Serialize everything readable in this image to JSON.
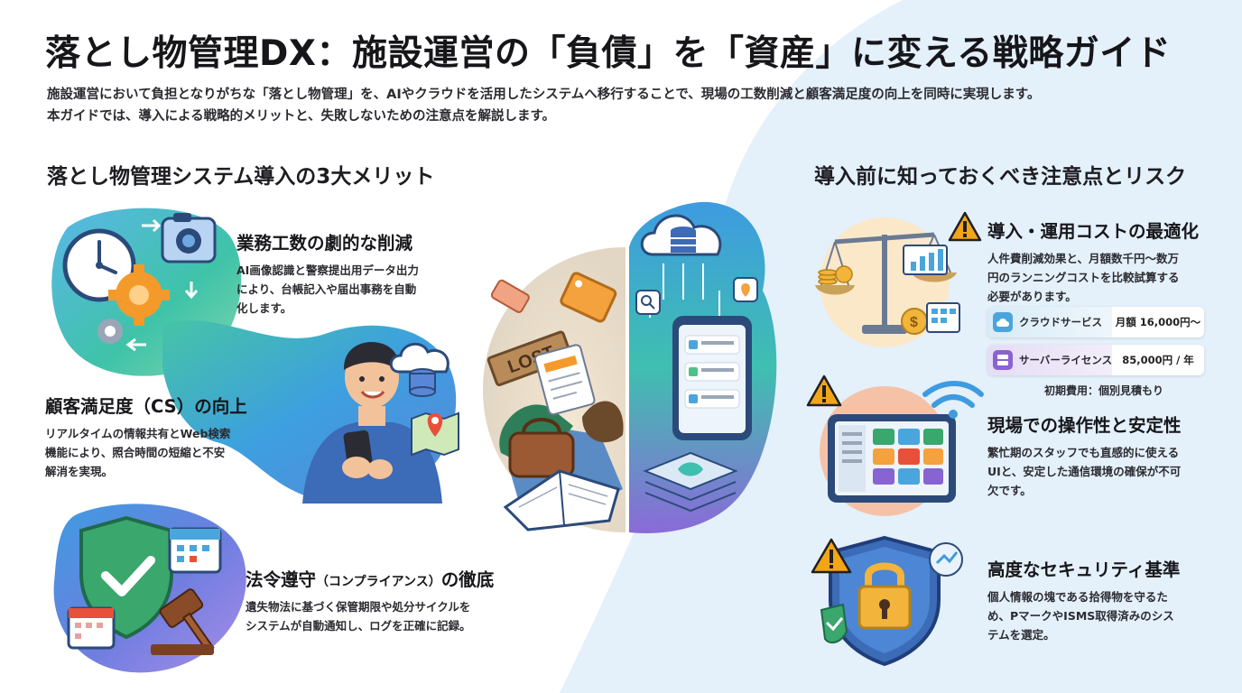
{
  "header": {
    "title": "落とし物管理DX：施設運営の「負債」を「資産」に変える戦略ガイド",
    "intro_line1": "施設運営において負担となりがちな「落とし物管理」を、AIやクラウドを活用したシステムへ移行することで、現場の工数削減と顧客満足度の向上を同時に実現します。",
    "intro_line2": "本ガイドでは、導入による戦略的メリットと、失敗しないための注意点を解説します。"
  },
  "benefits": {
    "section_title": "落とし物管理システム導入の3大メリット",
    "items": [
      {
        "title": "業務工数の劇的な削減",
        "body": [
          "AI画像認識と警察提出用データ出力",
          "により、台帳記入や届出事務を自動",
          "化します。"
        ]
      },
      {
        "title": "顧客満足度（CS）の向上",
        "body": [
          "リアルタイムの情報共有とWeb検索",
          "機能により、照合時間の短縮と不安",
          "解消を実現。"
        ]
      },
      {
        "title_main": "法令遵守",
        "title_paren": "（コンプライアンス）",
        "title_tail": "の徹底",
        "body": [
          "遺失物法に基づく保管期限や処分サイクルを",
          "システムが自動通知し、ログを正確に記録。"
        ]
      }
    ]
  },
  "risks": {
    "section_title": "導入前に知っておくべき注意点とリスク",
    "items": [
      {
        "title": "導入・運用コストの最適化",
        "body": [
          "人件費削減効果と、月額数千円〜数万",
          "円のランニングコストを比較試算する",
          "必要があります。"
        ]
      },
      {
        "title": "現場での操作性と安定性",
        "body": [
          "繁忙期のスタッフでも直感的に使える",
          "UIと、安定した通信環境の確保が不可",
          "欠です。"
        ]
      },
      {
        "title": "高度なセキュリティ基準",
        "body": [
          "個人情報の塊である拾得物を守るた",
          "め、PマークやISMS取得済みのシス",
          "テムを選定。"
        ]
      }
    ],
    "cost_table": {
      "rows": [
        {
          "label": "クラウドサービス",
          "price": "月額 16,000円〜",
          "icon": "cloud-icon"
        },
        {
          "label": "サーバーライセンス",
          "price": "85,000円 / 年",
          "icon": "server-icon"
        }
      ],
      "note": "初期費用：個別見積もり"
    }
  },
  "illustration": {
    "tag_text": "LOST"
  },
  "colors": {
    "teal": "#2fb7b0",
    "blue": "#3f7fd9",
    "purple": "#7b5fd6",
    "green": "#4cc38a",
    "warning": "#f2a516",
    "light_blue_bg": "#e4f0fa"
  },
  "icons": [
    "clock-icon",
    "gear-icon",
    "camera-icon",
    "person-with-phone-icon",
    "cloud-database-icon",
    "map-pin-icon",
    "shield-check-icon",
    "gavel-icon",
    "calendar-icon",
    "lost-items-pile-icon",
    "smartphone-app-icon",
    "balance-scale-icon",
    "coin-icon",
    "tablet-icon",
    "wifi-icon",
    "padlock-shield-icon",
    "warning-icon"
  ]
}
